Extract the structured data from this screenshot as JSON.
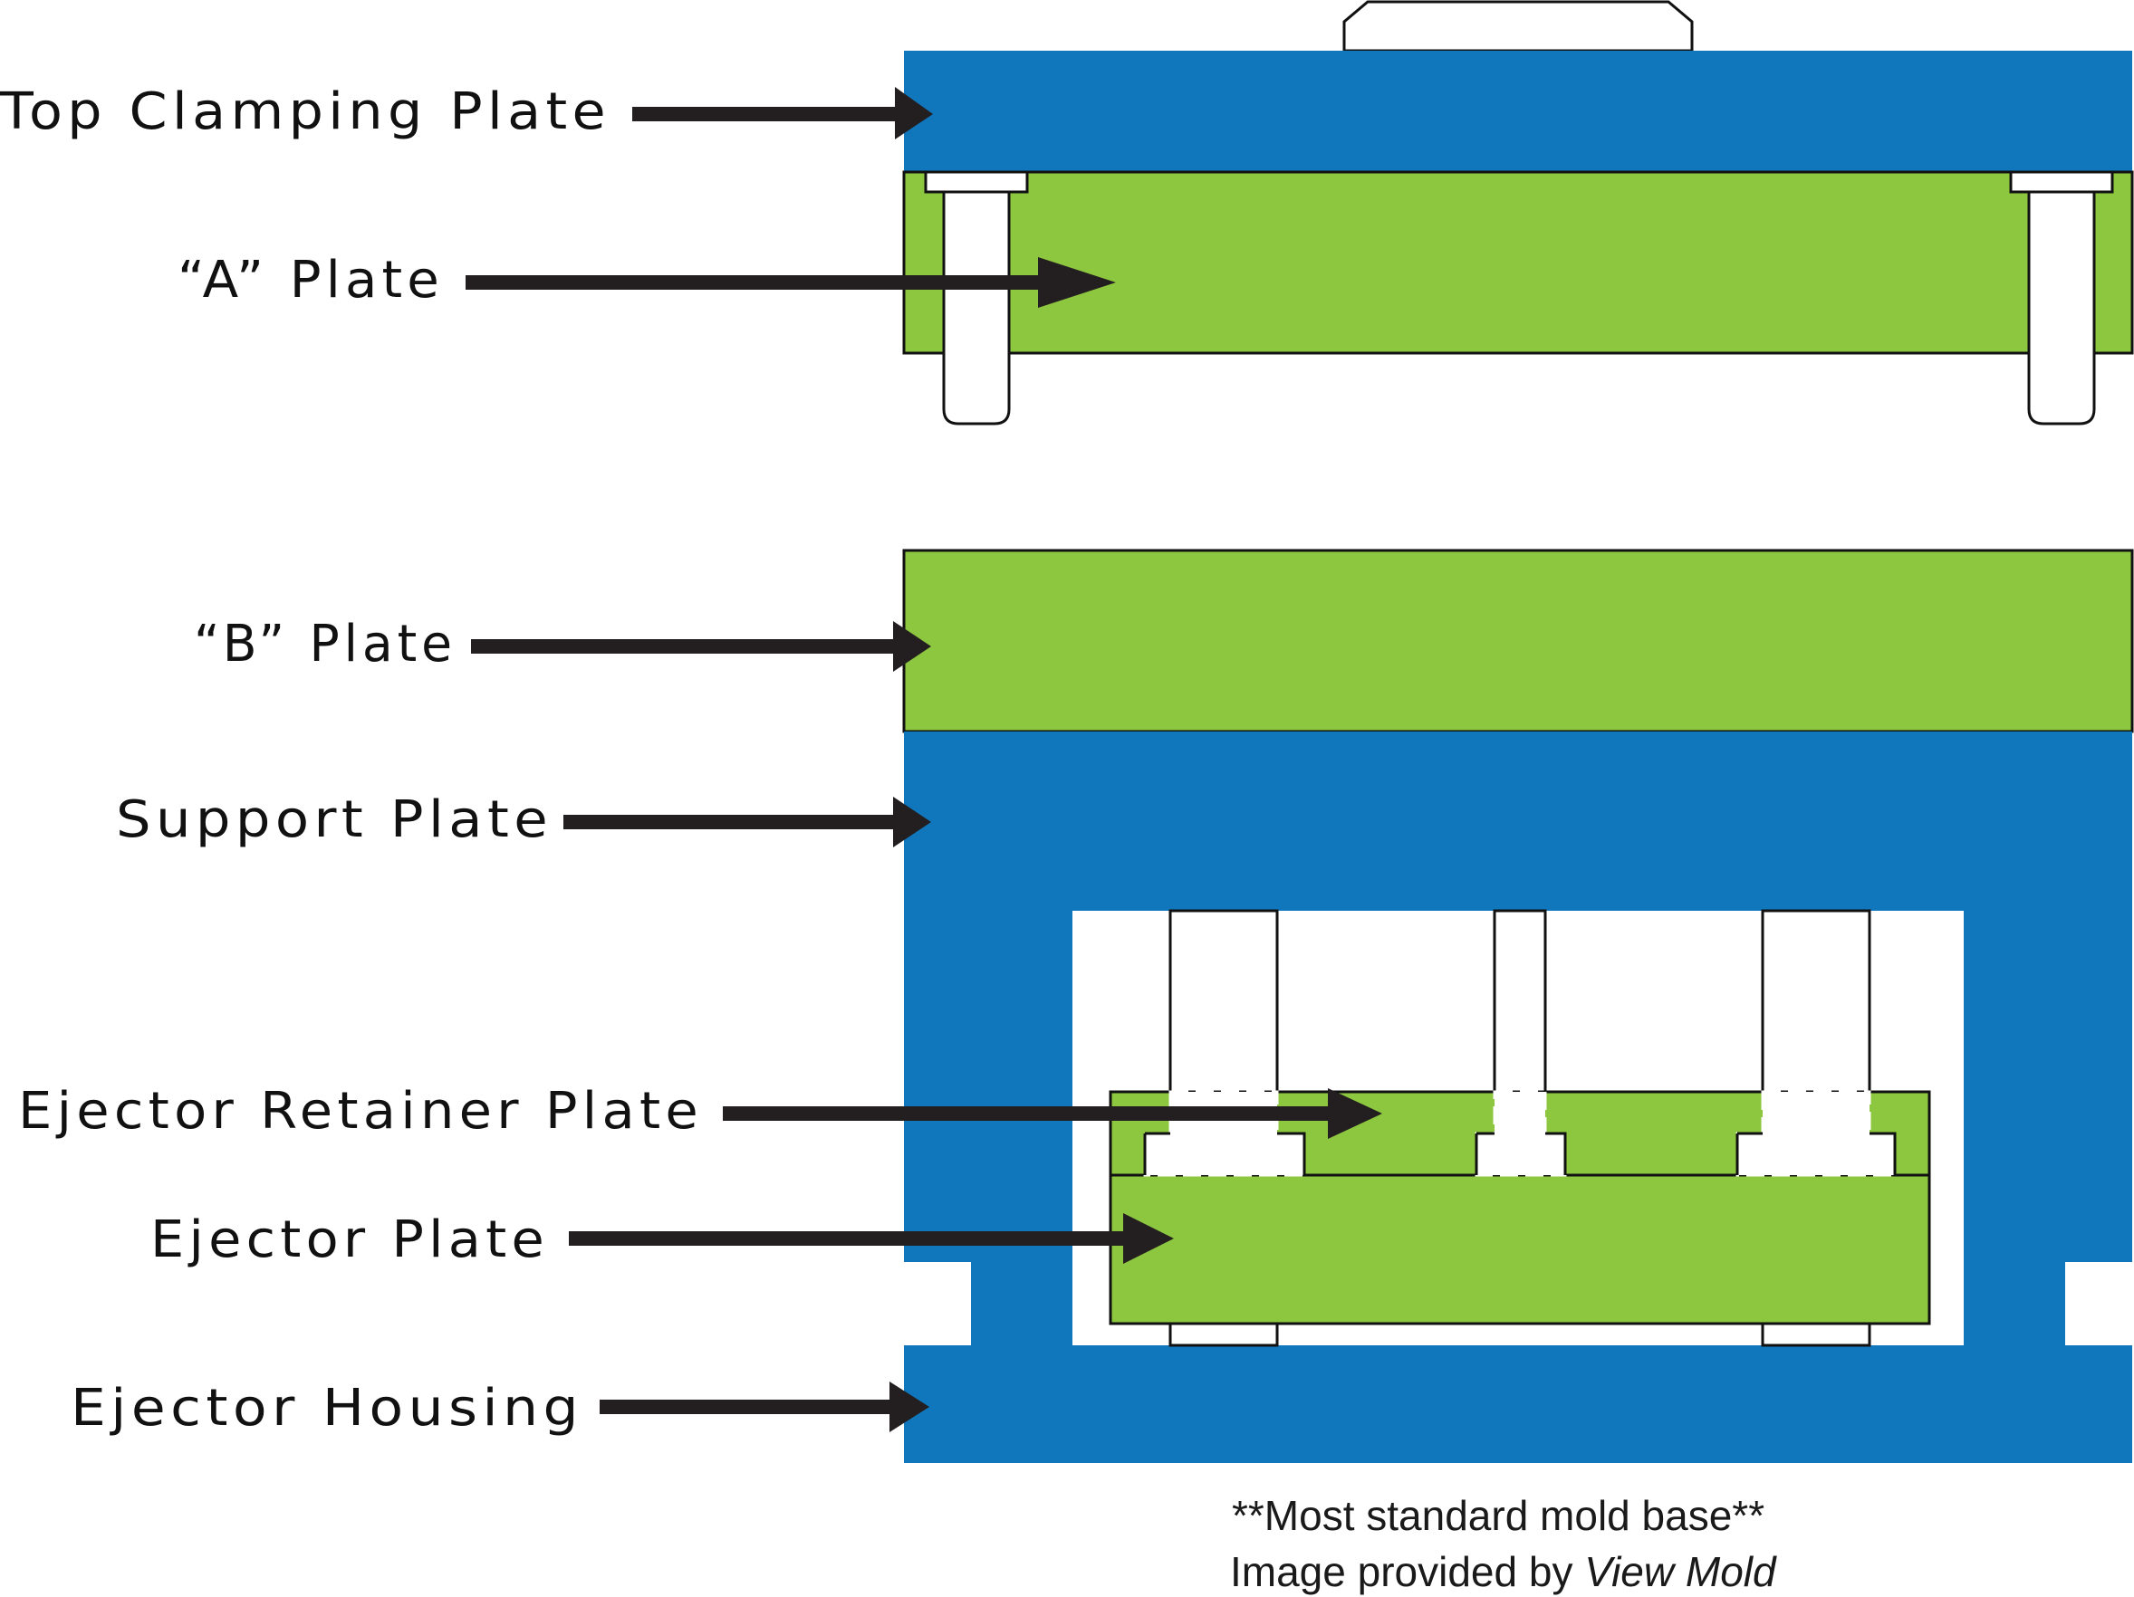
{
  "colors": {
    "blue": "#1177bd",
    "green": "#8dc63f",
    "outline": "#111111",
    "arrow": "#231f20",
    "white": "#ffffff"
  },
  "labels": {
    "top_clamping_plate": "Top Clamping Plate",
    "a_plate": "“A” Plate",
    "b_plate": "“B” Plate",
    "support_plate": "Support Plate",
    "ejector_retainer_plate": "Ejector Retainer Plate",
    "ejector_plate": "Ejector Plate",
    "ejector_housing": "Ejector Housing"
  },
  "footnote": {
    "line1": "**Most standard mold base**",
    "line2_prefix": "Image provided by ",
    "line2_source": "View Mold"
  }
}
